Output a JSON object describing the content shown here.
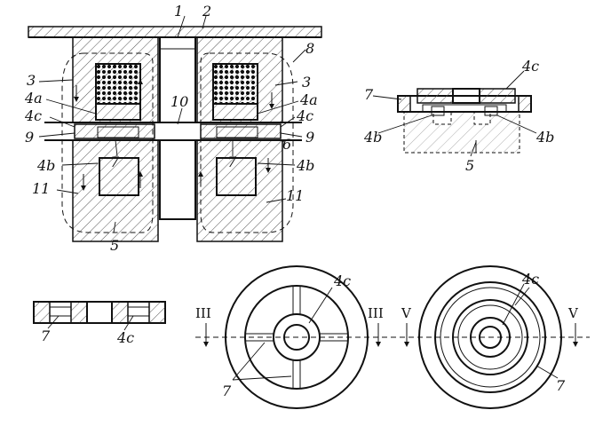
{
  "labels": {
    "l1": "1",
    "l2": "2",
    "l3": "3",
    "l4a": "4a",
    "l4b": "4b",
    "l4c": "4c",
    "l5": "5",
    "l6": "6",
    "l7": "7",
    "l8": "8",
    "l9": "9",
    "l10": "10",
    "l11": "11",
    "sec3": "III",
    "sec5": "V"
  }
}
